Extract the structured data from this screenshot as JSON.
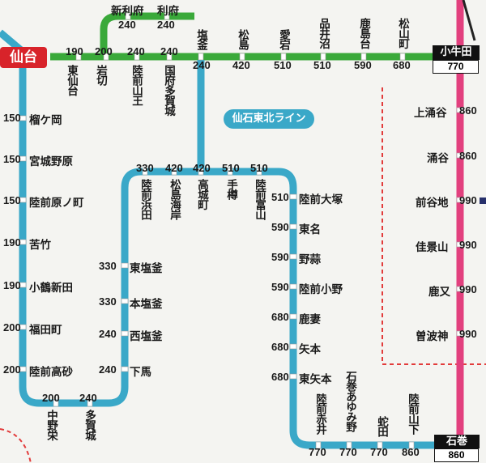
{
  "origin": "仙台",
  "line_name": "仙石東北ライン",
  "colors": {
    "green_line": "#3aa93a",
    "blue_line": "#3aa8c8",
    "pink_line": "#e2407e",
    "origin_red": "#d8232a",
    "dashed_red": "#e23b3b"
  },
  "top_stations": [
    {
      "name": "新利府",
      "fare": "240"
    },
    {
      "name": "利府",
      "fare": "240"
    },
    {
      "name": "東仙台",
      "fare": "190"
    },
    {
      "name": "岩切",
      "fare": "200"
    },
    {
      "name": "陸前山王",
      "fare": "240"
    },
    {
      "name": "国府多賀城",
      "fare": "240"
    },
    {
      "name": "塩釜",
      "fare": "240"
    },
    {
      "name": "松島",
      "fare": "420"
    },
    {
      "name": "愛宕",
      "fare": "510"
    },
    {
      "name": "品井沼",
      "fare": "510"
    },
    {
      "name": "鹿島台",
      "fare": "590"
    },
    {
      "name": "松山町",
      "fare": "680"
    }
  ],
  "kogota": {
    "name": "小牛田",
    "fare": "770"
  },
  "ishinomaki": {
    "name": "石巻",
    "fare": "860"
  },
  "left_stations": [
    {
      "name": "榴ケ岡",
      "fare": "150"
    },
    {
      "name": "宮城野原",
      "fare": "150"
    },
    {
      "name": "陸前原ノ町",
      "fare": "150"
    },
    {
      "name": "苦竹",
      "fare": "190"
    },
    {
      "name": "小鶴新田",
      "fare": "190"
    },
    {
      "name": "福田町",
      "fare": "200"
    },
    {
      "name": "陸前高砂",
      "fare": "200"
    }
  ],
  "bottom_left": [
    {
      "name": "中野栄",
      "fare": "200"
    },
    {
      "name": "多賀城",
      "fare": "240"
    }
  ],
  "inner_left": [
    {
      "name": "東塩釜",
      "fare": "330"
    },
    {
      "name": "本塩釜",
      "fare": "330"
    },
    {
      "name": "西塩釜",
      "fare": "240"
    },
    {
      "name": "下馬",
      "fare": "240"
    }
  ],
  "mid_top": [
    {
      "name": "陸前浜田",
      "fare": "330"
    },
    {
      "name": "松島海岸",
      "fare": "420"
    },
    {
      "name": "高城町",
      "fare": "420"
    },
    {
      "name": "手樽",
      "fare": "510"
    },
    {
      "name": "陸前富山",
      "fare": "510"
    }
  ],
  "right_col": [
    {
      "name": "陸前大塚",
      "fare": "510"
    },
    {
      "name": "東名",
      "fare": "590"
    },
    {
      "name": "野蒜",
      "fare": "590"
    },
    {
      "name": "陸前小野",
      "fare": "590"
    },
    {
      "name": "鹿妻",
      "fare": "680"
    },
    {
      "name": "矢本",
      "fare": "680"
    },
    {
      "name": "東矢本",
      "fare": "680"
    }
  ],
  "bottom_right": [
    {
      "name": "陸前赤井",
      "fare": "770"
    },
    {
      "name": "石巻あゆみ野",
      "fare": "770"
    },
    {
      "name": "蛇田",
      "fare": "770"
    },
    {
      "name": "陸前山下",
      "fare": "860"
    }
  ],
  "pink_stations": [
    {
      "name": "上涌谷",
      "fare": "860"
    },
    {
      "name": "涌谷",
      "fare": "860"
    },
    {
      "name": "前谷地",
      "fare": "990"
    },
    {
      "name": "佳景山",
      "fare": "990"
    },
    {
      "name": "鹿又",
      "fare": "990"
    },
    {
      "name": "曽波神",
      "fare": "990"
    }
  ]
}
